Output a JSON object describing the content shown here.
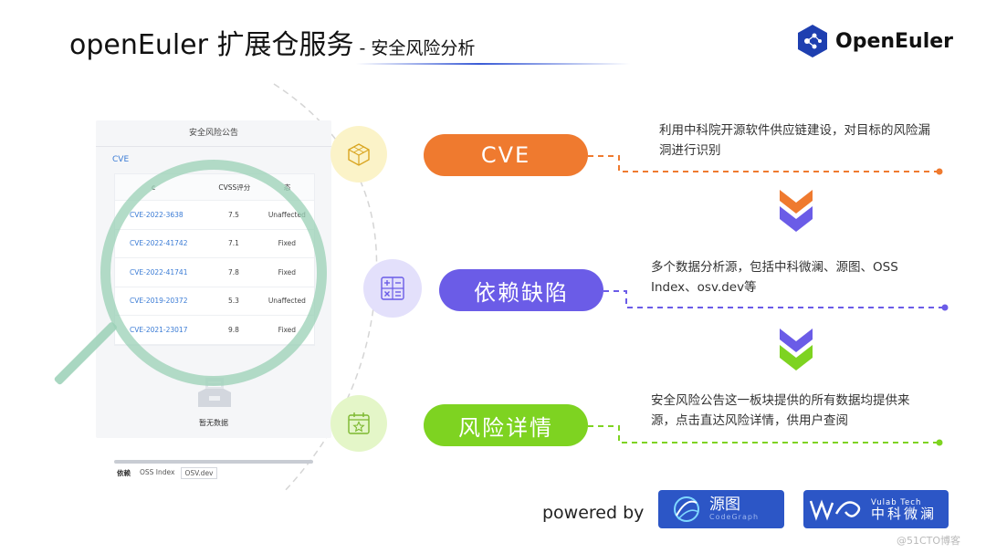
{
  "header": {
    "title": "openEuler 扩展仓服务",
    "subtitle": "- 安全风险分析",
    "logo_text": "OpenEuler",
    "logo_icon": "openeuler-cube-logo"
  },
  "panel": {
    "heading": "安全风险公告",
    "section_label": "CVE",
    "columns": [
      "c",
      "CVSS评分",
      "态"
    ],
    "rows": [
      {
        "id": "CVE-2022-3638",
        "score": "7.5",
        "status": "Unaffected"
      },
      {
        "id": "CVE-2022-41742",
        "score": "7.1",
        "status": "Fixed"
      },
      {
        "id": "CVE-2022-41741",
        "score": "7.8",
        "status": "Fixed"
      },
      {
        "id": "CVE-2019-20372",
        "score": "5.3",
        "status": "Unaffected"
      },
      {
        "id": "CVE-2021-23017",
        "score": "9.8",
        "status": "Fixed"
      }
    ],
    "tabs": [
      "依赖",
      "OSS Index",
      "OSV.dev"
    ],
    "empty_text": "暂无数据"
  },
  "features": [
    {
      "label": "CVE",
      "color": "#ef7a2f",
      "icon": "cube-icon",
      "description": "利用中科院开源软件供应链建设，对目标的风险漏洞进行识别"
    },
    {
      "label": "依赖缺陷",
      "color": "#6b5ce7",
      "icon": "calculator-icon",
      "description": "多个数据分析源，包括中科微澜、源图、OSS Index、osv.dev等"
    },
    {
      "label": "风险详情",
      "color": "#7ed321",
      "icon": "calendar-star-icon",
      "description": "安全风险公告这一板块提供的所有数据均提供来源，点击直达风险详情，供用户查阅"
    }
  ],
  "footer": {
    "powered_by": "powered by",
    "badge1_title": "源图",
    "badge1_sub": "CodeGraph",
    "badge2_title": "中科微澜",
    "badge2_sub": "Vulab Tech",
    "watermark": "@51CTO博客"
  }
}
